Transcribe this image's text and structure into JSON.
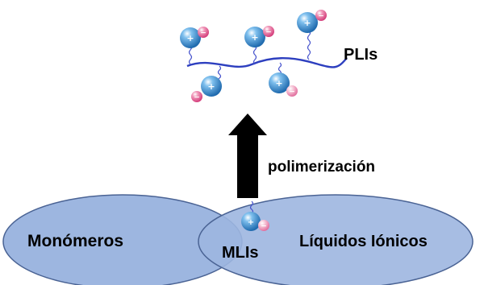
{
  "labels": {
    "top_product": "PLIs",
    "process": "polimerización",
    "left_set": "Monómeros",
    "right_set": "Líquidos Iónicos",
    "intersection": "MLIs"
  },
  "ion_symbols": {
    "cation": "+",
    "anion": "−"
  },
  "colors": {
    "ellipse_fill": "#9db6e0",
    "ellipse_stroke": "#4a6394",
    "backbone": "#2d3fbf",
    "linker": "#4451cc",
    "cation": "#2f82c8",
    "anion": "#e0508a",
    "arrow": "#000000"
  },
  "icons": [
    "cation-sphere-icon",
    "anion-sphere-icon",
    "arrow-up-icon"
  ]
}
